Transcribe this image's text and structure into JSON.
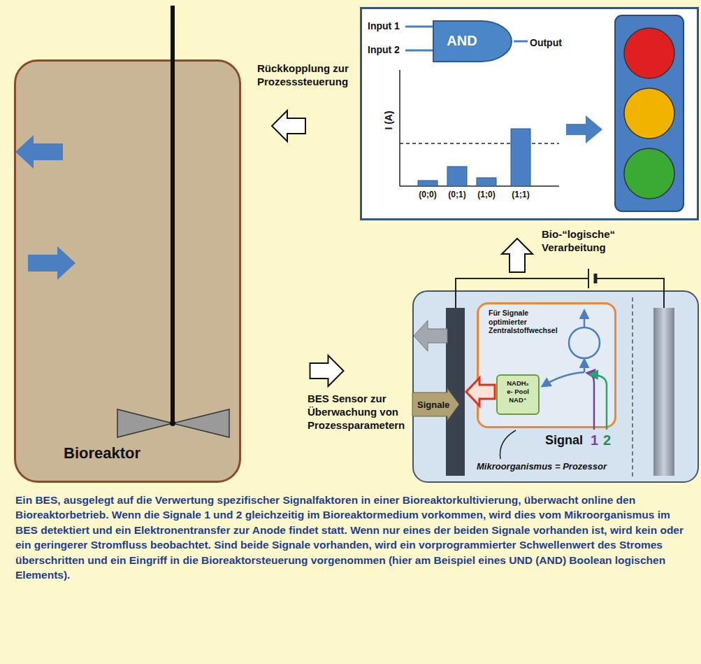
{
  "diagram": {
    "caption": "Ein BES, ausgelegt auf die Verwertung spezifischer Signalfaktoren in einer Bioreaktorkultivierung, überwacht online den Bioreaktorbetrieb. Wenn die Signale 1 und 2 gleichzeitig im Bioreaktormedium vorkommen, wird dies vom Mikroorganismus im BES detektiert und ein Elektronentransfer zur Anode findet statt. Wenn nur eines der beiden Signale vorhanden ist, wird kein oder ein geringerer Stromfluss beobachtet. Sind beide Signale vorhanden, wird ein vorprogrammierter Schwellenwert des Stromes überschritten und ein Eingriff in die Bioreaktorsteuerung vorgenommen (hier am Beispiel eines UND (AND) Boolean logischen Elements).",
    "nodes": [
      {
        "text": [
          "Bioreaktor"
        ]
      },
      {
        "text": [
          "Input 1",
          "Input 2",
          "Output",
          "I (A)",
          "(0;0)",
          "(0;1)",
          "(1;0)",
          "(1;1)"
        ]
      },
      {
        "text": [
          "AND"
        ],
        "in": 1
      },
      {
        "text": [
          "Signale",
          "Signal",
          "1",
          "2",
          "Mikroorganismus = Prozessor"
        ]
      },
      {
        "text": [
          "Für Signale optimierter Zentralstoffwechsel"
        ],
        "in": 3
      },
      {
        "text": [
          "NADH₂ e- Pool NAD⁺"
        ],
        "in": 4
      }
    ],
    "edges": [
      {
        "from": 1,
        "to": 0,
        "arrow": "to",
        "label": "Rückkopplung zur Prozesssteuerung"
      },
      {
        "from": 3,
        "to": 1,
        "arrow": "to",
        "label": "Bio-“logische“ Verarbeitung"
      },
      {
        "from": 0,
        "to": 3,
        "arrow": "to",
        "label": "BES Sensor zur Überwachung von Prozessparametern"
      }
    ]
  }
}
